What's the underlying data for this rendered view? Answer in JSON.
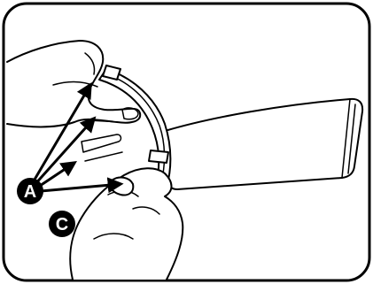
{
  "figure": {
    "frame": "rounded-rectangle-border",
    "subject": "hands-holding-vented-part-with-latches"
  },
  "callouts": {
    "a": {
      "label": "A"
    },
    "c": {
      "label": "C"
    }
  },
  "colors": {
    "ink": "#000000",
    "background": "#ffffff",
    "callout_fill": "#000000",
    "callout_text": "#ffffff"
  }
}
